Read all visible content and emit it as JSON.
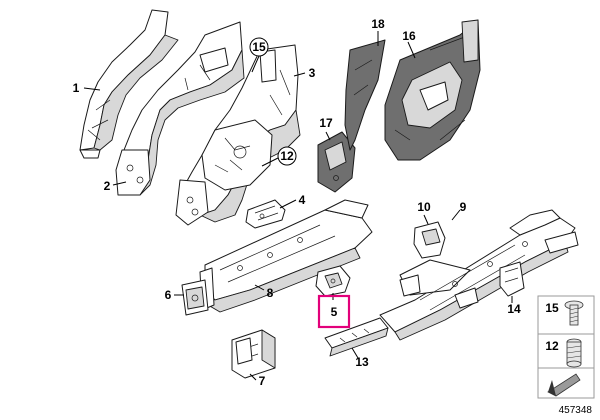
{
  "callouts": {
    "c1": "1",
    "c2": "2",
    "c3": "3",
    "c4": "4",
    "c5": "5",
    "c6": "6",
    "c7": "7",
    "c8": "8",
    "c9": "9",
    "c10": "10",
    "c12": "12",
    "c13": "13",
    "c14": "14",
    "c15": "15",
    "c16": "16",
    "c17": "17",
    "c18": "18"
  },
  "legend": {
    "item15": "15",
    "item12": "12"
  },
  "highlight_color": "#e2007a",
  "reference_number": "457348"
}
